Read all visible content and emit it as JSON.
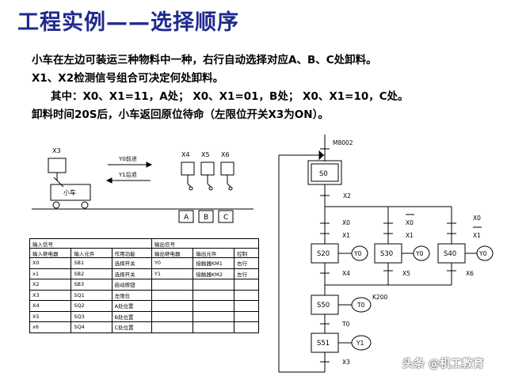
{
  "title": "工程实例——选择顺序",
  "paragraphs": [
    "小车在左边可装运三种物料中一种，右行自动选择对应A、B、C处卸料。",
    "X1、X2检测信号组合可决定何处卸料。",
    "其中：X0、X1=11，A处；  X0、X1=01，B处；  X0、X1=10，C处。",
    "卸料时间20S后，小车返回原位待命（左限位开关X3为ON）。"
  ],
  "cart": {
    "x3": "X3",
    "y0": "Y0前进",
    "y1": "Y1后退",
    "body": "小车",
    "sensors": [
      "X4",
      "X5",
      "X6"
    ],
    "stations": [
      "A",
      "B",
      "C"
    ]
  },
  "io_table": {
    "header": [
      "输入信号",
      "输出信号"
    ],
    "columns": [
      "输入继电器",
      "输入元件",
      "作用功能",
      "输出继电器",
      "输出元件",
      "控制"
    ],
    "rows": [
      [
        "X0",
        "SB1",
        "选择开关",
        "Y0",
        "接触器KM1",
        "右行"
      ],
      [
        "x1",
        "SB2",
        "选择开关",
        "Y1",
        "接触器KM2",
        "左行"
      ],
      [
        "X2",
        "SB3",
        "启动按钮",
        "",
        "",
        ""
      ],
      [
        "X3",
        "SQ1",
        "左限位",
        "",
        "",
        ""
      ],
      [
        "X4",
        "SQ2",
        "A处位置",
        "",
        "",
        ""
      ],
      [
        "X5",
        "SQ3",
        "B处位置",
        "",
        "",
        ""
      ],
      [
        "x6",
        "SQ4",
        "C处位置",
        "",
        "",
        ""
      ]
    ]
  },
  "sfc": {
    "m": "M8002",
    "s0": "S0",
    "x2": "X2",
    "branches": [
      {
        "c1": "X0",
        "c2": "X1",
        "step": "S20",
        "out": "Y0",
        "exit": "X4"
      },
      {
        "c1": "X0",
        "c2": "X1",
        "step": "S30",
        "out": "Y0",
        "exit": "X5"
      },
      {
        "c1": "X0",
        "c2": "X1",
        "step": "S40",
        "out": "Y0",
        "exit": "X6"
      }
    ],
    "s50": "S50",
    "t0": "T0",
    "k": "K200",
    "t0_trans": "T0",
    "s51": "S51",
    "y1": "Y1",
    "x3": "X3"
  },
  "watermark": "头条 @机工教育"
}
